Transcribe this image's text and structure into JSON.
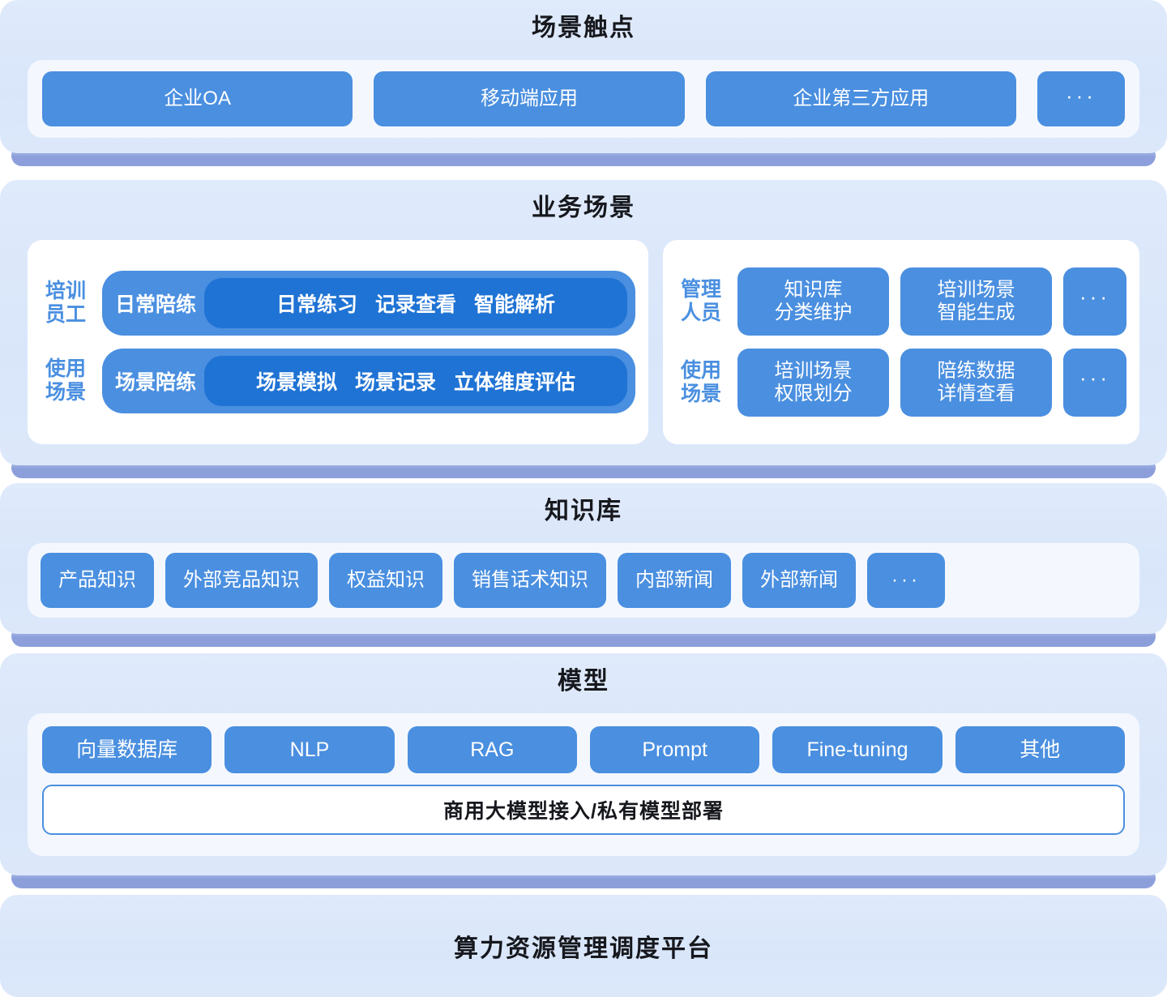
{
  "layers": {
    "touchpoints": {
      "title": "场景触点",
      "items": [
        {
          "label": "企业OA"
        },
        {
          "label": "移动端应用"
        },
        {
          "label": "企业第三方应用"
        },
        {
          "label": "···"
        }
      ]
    },
    "business": {
      "title": "业务场景",
      "left": {
        "rows": [
          {
            "label_line1": "培训",
            "label_line2": "员工",
            "lead": "日常陪练",
            "tags": [
              "日常练习",
              "记录查看",
              "智能解析"
            ]
          },
          {
            "label_line1": "使用",
            "label_line2": "场景",
            "lead": "场景陪练",
            "tags": [
              "场景模拟",
              "场景记录",
              "立体维度评估"
            ]
          }
        ]
      },
      "right": {
        "rows": [
          {
            "label_line1": "管理",
            "label_line2": "人员",
            "boxes": [
              {
                "line1": "知识库",
                "line2": "分类维护"
              },
              {
                "line1": "培训场景",
                "line2": "智能生成"
              }
            ],
            "more": "···"
          },
          {
            "label_line1": "使用",
            "label_line2": "场景",
            "boxes": [
              {
                "line1": "培训场景",
                "line2": "权限划分"
              },
              {
                "line1": "陪练数据",
                "line2": "详情查看"
              }
            ],
            "more": "···"
          }
        ]
      }
    },
    "knowledge": {
      "title": "知识库",
      "items": [
        {
          "label": "产品知识"
        },
        {
          "label": "外部竞品知识"
        },
        {
          "label": "权益知识"
        },
        {
          "label": "销售话术知识"
        },
        {
          "label": "内部新闻"
        },
        {
          "label": "外部新闻"
        },
        {
          "label": "···"
        }
      ]
    },
    "model": {
      "title": "模型",
      "items": [
        {
          "label": "向量数据库"
        },
        {
          "label": "NLP"
        },
        {
          "label": "RAG"
        },
        {
          "label": "Prompt"
        },
        {
          "label": "Fine-tuning"
        },
        {
          "label": "其他"
        }
      ],
      "wide_box": "商用大模型接入/私有模型部署"
    },
    "platform": {
      "title": "算力资源管理调度平台"
    }
  },
  "colors": {
    "pill_blue": "#4a8fe0",
    "pill_blue_dark": "#1f73d4",
    "panel_bg": "#dce8fa",
    "card_bg": "#f4f8fe",
    "shelf": "#8c9fdb",
    "title_text": "#16181d",
    "label_blue": "#4a8fe0"
  }
}
